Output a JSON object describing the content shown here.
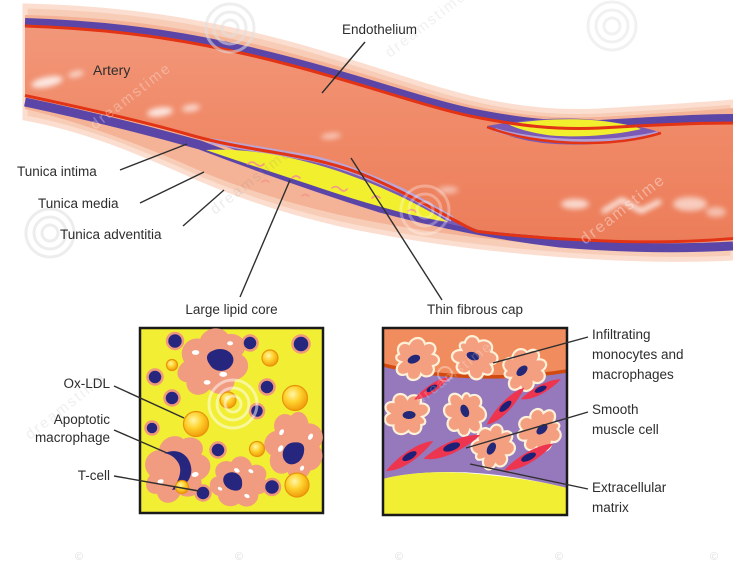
{
  "figure": {
    "artery_section": {
      "artery_label": "Artery",
      "endothelium_label": "Endothelium",
      "tunica_intima_label": "Tunica intima",
      "tunica_media_label": "Tunica media",
      "tunica_adventitia_label": "Tunica adventitia"
    },
    "lipid_core_inset": {
      "title": "Large lipid core",
      "ox_ldl_label": "Ox-LDL",
      "apoptotic_macrophage_label": "Apoptotic\nmacrophage",
      "t_cell_label": "T-cell"
    },
    "fibrous_cap_inset": {
      "title": "Thin fibrous cap",
      "infiltrating_label": "Infiltrating\nmonocytes and\nmacrophages",
      "smooth_muscle_label": "Smooth\nmuscle cell",
      "extracellular_matrix_label": "Extracellular\nmatrix"
    }
  },
  "watermark": {
    "text": "dreamstime",
    "symbol": "©"
  },
  "colors": {
    "lumen_salmon": "#f08a68",
    "wall_outer_pink": "#f8cdb7",
    "wall_media_pink": "#f4b296",
    "wall_purple": "#5b46a8",
    "endothelium_red": "#e23314",
    "plaque_purple": "#7a5ab4",
    "plaque_cap_light_purple": "#b9a6da",
    "lipid_yellow": "#f1ee33",
    "cell_navy": "#26267e",
    "macrophage_salmon": "#f19b80",
    "smc_red": "#ee3550",
    "fibrous_cap_purple": "#9678bc",
    "label_text": "#2d2d2d"
  }
}
